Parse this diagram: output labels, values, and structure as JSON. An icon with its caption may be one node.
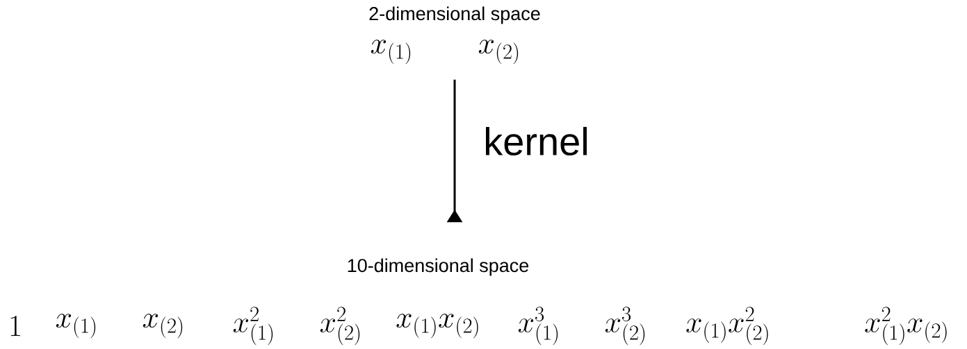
{
  "diagram": {
    "nodes": [
      {
        "text": [
          "2-dimensional space"
        ]
      },
      {
        "text": [
          "10-dimensional space"
        ]
      }
    ],
    "edges": [
      {
        "from": 1,
        "to": 0,
        "arrow": "to",
        "label": "kernel"
      }
    ],
    "labels": [
      "x_{(1)}",
      "x_{(2)}",
      "1",
      "x_{(1)}",
      "x_{(2)}",
      "x_{(1)}^{2}",
      "x_{(2)}^{2}",
      "x_{(1)}x_{(2)}",
      "x_{(1)}^{3}",
      "x_{(2)}^{3}",
      "x_{(1)}x_{(2)}^{2}",
      "x_{(1)}^{2}x_{(2)}"
    ]
  }
}
